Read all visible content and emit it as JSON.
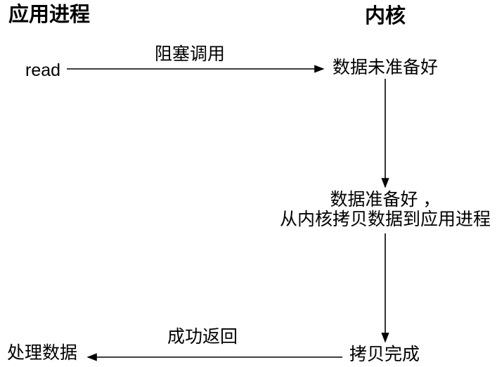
{
  "diagram": {
    "background": "#ffffff",
    "ink_color": "#000000",
    "headings": {
      "app_process": "应用进程",
      "kernel": "内核"
    },
    "nodes": {
      "read": "read",
      "data_not_ready": "数据未准备好",
      "data_ready_line1": "数据准备好 ，",
      "data_ready_line2": "从内核拷贝数据到应用进程",
      "copy_complete": "拷贝完成",
      "process_data": "处理数据"
    },
    "edge_labels": {
      "blocking_call": "阻塞调用",
      "success_return": "成功返回"
    }
  }
}
